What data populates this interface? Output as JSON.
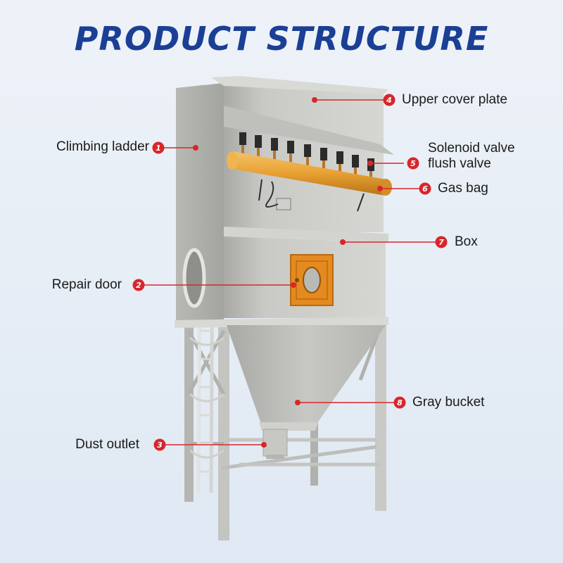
{
  "title": "PRODUCT  STRUCTURE",
  "callouts": [
    {
      "num": "1",
      "text": "Climbing ladder"
    },
    {
      "num": "2",
      "text": "Repair door"
    },
    {
      "num": "3",
      "text": "Dust outlet"
    },
    {
      "num": "4",
      "text": "Upper cover plate"
    },
    {
      "num": "5",
      "line1": "Solenoid valve",
      "line2": "flush valve"
    },
    {
      "num": "6",
      "text": "Gas bag"
    },
    {
      "num": "7",
      "text": "Box"
    },
    {
      "num": "8",
      "text": "Gray bucket"
    }
  ],
  "colors": {
    "title": "#1b3f95",
    "callout": "#d8262b",
    "machine_body": "#c8c8c4",
    "pipe": "#e8a032",
    "door": "#e58a1f"
  }
}
